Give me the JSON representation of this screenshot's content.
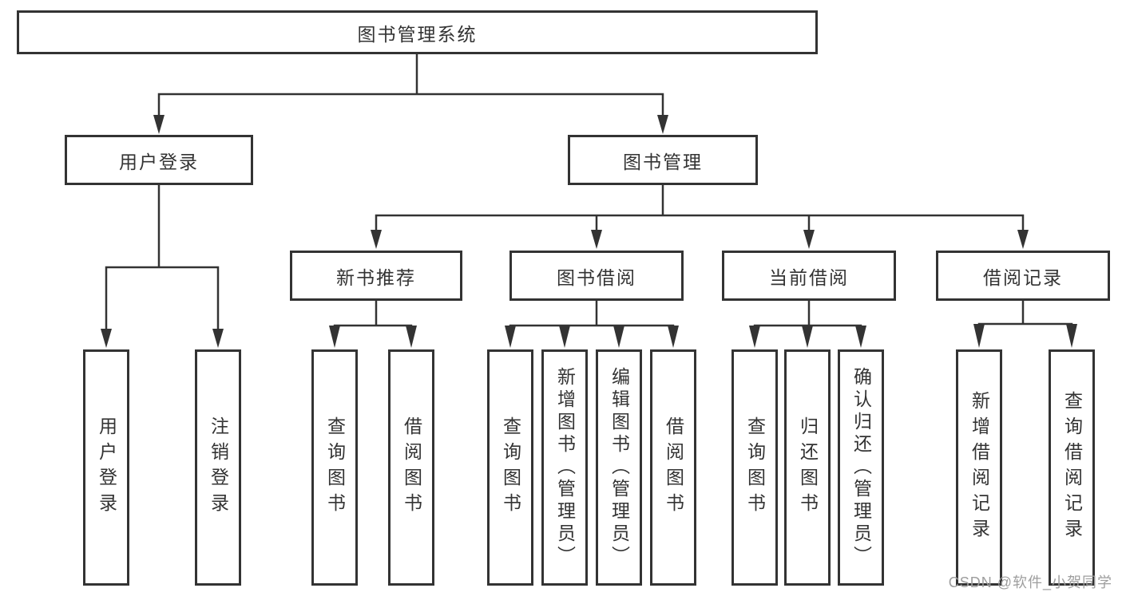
{
  "colors": {
    "line": "#333333",
    "text": "#333333",
    "background": "#ffffff",
    "watermark": "#9e9e9e"
  },
  "watermark": "CSDN @软件_小贺同学",
  "tree": {
    "label": "图书管理系统",
    "children": [
      {
        "label": "用户登录",
        "children": [
          {
            "label": "用户登录"
          },
          {
            "label": "注销登录"
          }
        ]
      },
      {
        "label": "图书管理",
        "children": [
          {
            "label": "新书推荐",
            "children": [
              {
                "label": "查询图书"
              },
              {
                "label": "借阅图书"
              }
            ]
          },
          {
            "label": "图书借阅",
            "children": [
              {
                "label": "查询图书"
              },
              {
                "label": "新增图书（管理员）"
              },
              {
                "label": "编辑图书（管理员）"
              },
              {
                "label": "借阅图书"
              }
            ]
          },
          {
            "label": "当前借阅",
            "children": [
              {
                "label": "查询图书"
              },
              {
                "label": "归还图书"
              },
              {
                "label": "确认归还（管理员）"
              }
            ]
          },
          {
            "label": "借阅记录",
            "children": [
              {
                "label": "新增借阅记录"
              },
              {
                "label": "查询借阅记录"
              }
            ]
          }
        ]
      }
    ]
  }
}
